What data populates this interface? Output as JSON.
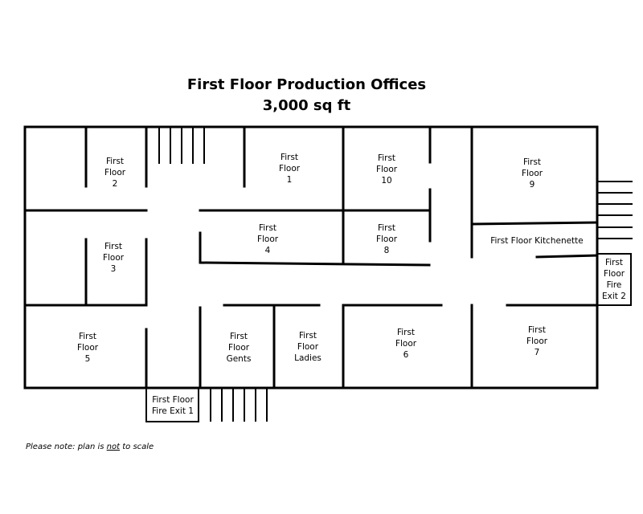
{
  "title": "First Floor Production Offices",
  "subtitle": "3,000 sq ft",
  "rooms": {
    "r2": [
      "First",
      "Floor",
      "2"
    ],
    "r1": [
      "First",
      "Floor",
      "1"
    ],
    "r10": [
      "First",
      "Floor",
      "10"
    ],
    "r9": [
      "First",
      "Floor",
      "9"
    ],
    "r3": [
      "First",
      "Floor",
      "3"
    ],
    "r4": [
      "First",
      "Floor",
      "4"
    ],
    "r8": [
      "First",
      "Floor",
      "8"
    ],
    "kitchen": [
      "First Floor Kitchenette"
    ],
    "exit2": [
      "First",
      "Floor",
      "Fire",
      "Exit 2"
    ],
    "r5": [
      "First",
      "Floor",
      "5"
    ],
    "gents": [
      "First",
      "Floor",
      "Gents"
    ],
    "ladies": [
      "First",
      "Floor",
      "Ladies"
    ],
    "r6": [
      "First",
      "Floor",
      "6"
    ],
    "r7": [
      "First",
      "Floor",
      "7"
    ],
    "exit1": [
      "First Floor",
      "Fire Exit 1"
    ]
  },
  "note": {
    "before": "Please note: plan is ",
    "emphasis": "not",
    "after": " to scale"
  }
}
